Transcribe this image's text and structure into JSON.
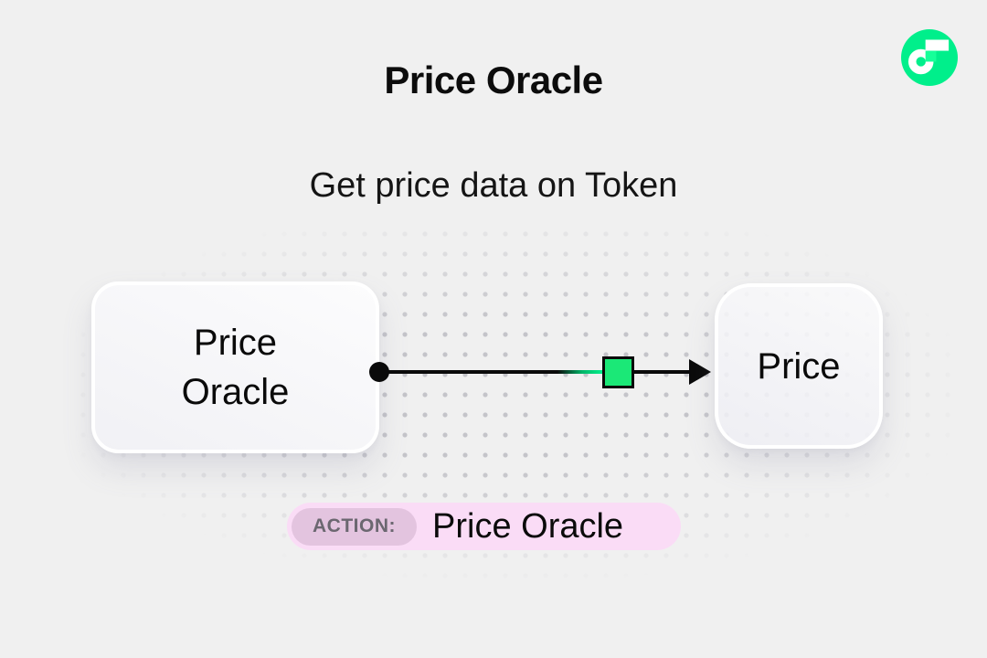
{
  "header": {
    "title": "Price Oracle",
    "subtitle": "Get price data on Token"
  },
  "logo": {
    "name": "Flow",
    "circle_color": "#00EF8B",
    "mark_color": "#FFFFFF",
    "accent_square_color": "#16FF99"
  },
  "diagram": {
    "source_node": {
      "lines": [
        "Price",
        "Oracle"
      ]
    },
    "target_node": {
      "label": "Price"
    },
    "connector": {
      "line_color": "#0a0a0a",
      "node_square_color": "#1BE877"
    }
  },
  "action_bar": {
    "badge": "ACTION:",
    "value": "Price Oracle",
    "pill_color": "#FADCF6",
    "badge_color": "#E3C4DF"
  },
  "canvas": {
    "background_color": "#F0F0F0",
    "dot_color": "#C4C4C9"
  }
}
